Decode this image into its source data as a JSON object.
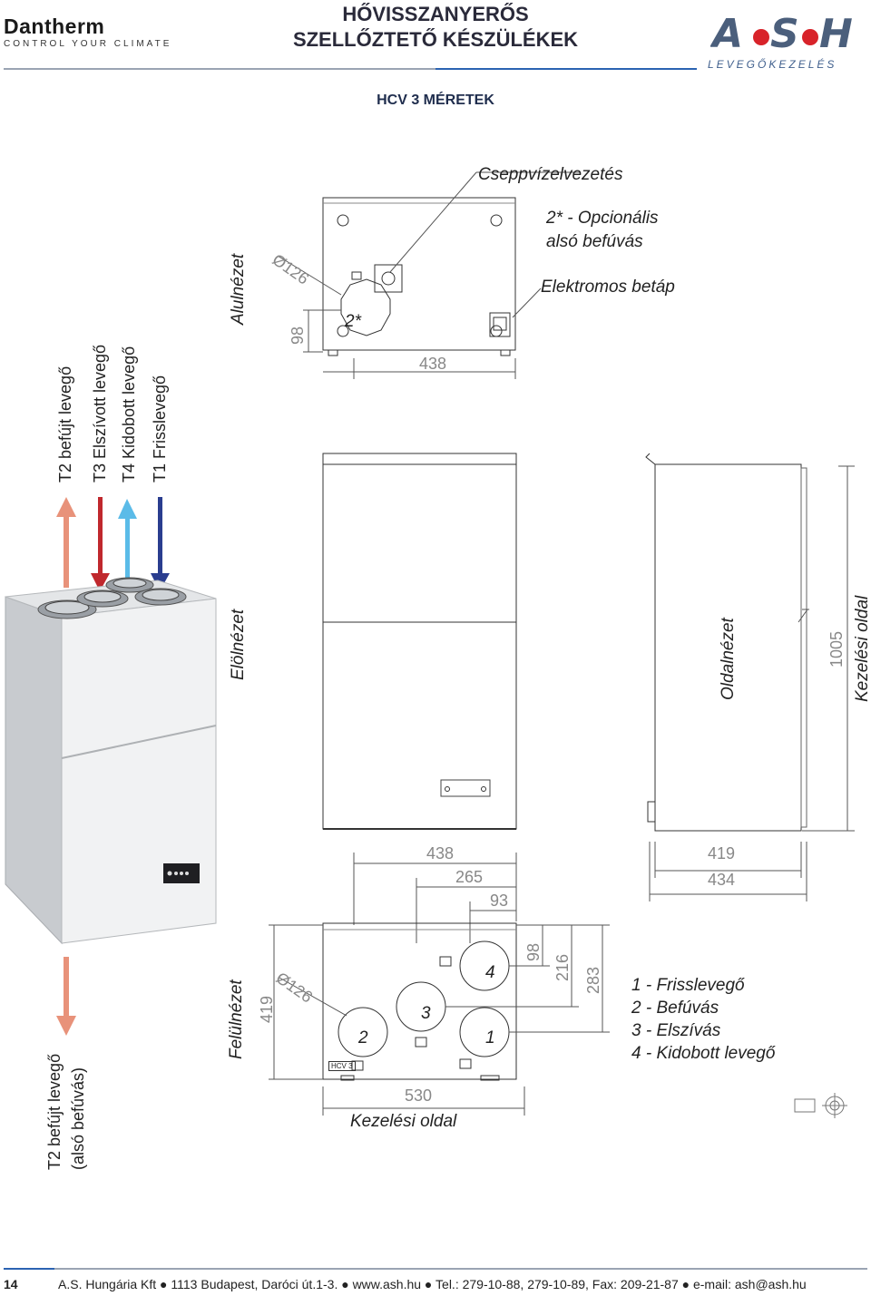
{
  "header": {
    "brand_name": "Dantherm",
    "brand_tagline": "CONTROL YOUR CLIMATE",
    "title_line1": "HŐVISSZANYERŐS",
    "title_line2": "SZELLŐZTETŐ KÉSZÜLÉKEK",
    "partner_logo": "ASH",
    "partner_tagline": "LEVEGŐKEZELÉS",
    "subtitle": "HCV 3 MÉRETEK"
  },
  "legend_air": {
    "t2": "T2 befújt levegő",
    "t3": "T3 Elszívott levegő",
    "t4": "T4 Kidobott levegő",
    "t1": "T1 Frisslevegő",
    "t2_bottom_line1": "T2 befújt levegő",
    "t2_bottom_line2": "(alsó befúvás)"
  },
  "views": {
    "bottom": "Alulnézet",
    "front": "Elölnézet",
    "side": "Oldalnézet",
    "top": "Felülnézet"
  },
  "bottom_view": {
    "drain": "Cseppvízelvezetés",
    "optional_line1": "2* - Opcionális",
    "optional_line2": "alsó befúvás",
    "power": "Elektromos betáp",
    "dia": "Ø126",
    "dim_98": "98",
    "dim_438": "438",
    "port_label": "2*"
  },
  "front_view": {
    "dim_438": "438",
    "dim_265": "265",
    "dim_93": "93"
  },
  "side_view": {
    "dim_1005": "1005",
    "service_side": "Kezelési oldal",
    "dim_419": "419",
    "dim_434": "434"
  },
  "top_view": {
    "dia": "Ø126",
    "dim_419": "419",
    "dim_98": "98",
    "dim_216": "216",
    "dim_283": "283",
    "dim_530": "530",
    "service_side": "Kezelési oldal",
    "port1": "1",
    "port2": "2",
    "port3": "3",
    "port4": "4",
    "model_tag": "HCV 3"
  },
  "port_legend": [
    "1 - Frisslevegő",
    "2 - Befúvás",
    "3 - Elszívás",
    "4 - Kidobott levegő"
  ],
  "footer": {
    "page": "14",
    "text": "A.S. Hungária Kft ● 1113 Budapest, Daróci út.1-3. ● www.ash.hu ● Tel.: 279-10-88, 279-10-89, Fax: 209-21-87 ● e-mail: ash@ash.hu"
  },
  "colors": {
    "t2_arrow": "#e8927a",
    "t3_arrow": "#c0282d",
    "t4_arrow": "#5bbbe8",
    "t1_arrow": "#2a3d8f",
    "accent_blue": "#2b63b2",
    "ash_red": "#d8232a"
  }
}
